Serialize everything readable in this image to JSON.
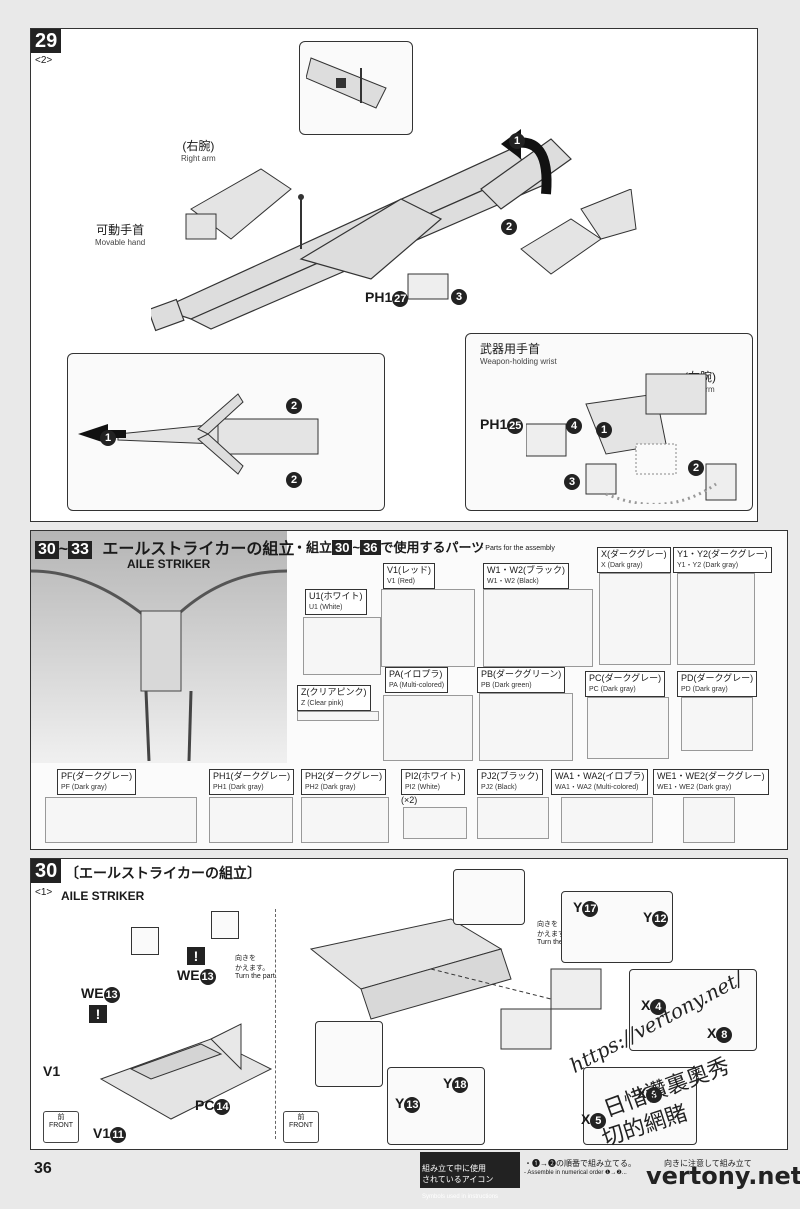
{
  "step29": {
    "number": "29",
    "sub": "<2>",
    "right_arm_jp": "(右腕)",
    "right_arm_en": "Right arm",
    "movable_hand_jp": "可動手首",
    "movable_hand_en": "Movable hand",
    "ph1_label": "PH1",
    "ph1_num_a": "27",
    "weapon_wrist_jp": "武器用手首",
    "weapon_wrist_en": "Weapon-holding wrist",
    "left_arm_jp": "(左腕)",
    "left_arm_en": "Left arm",
    "ph1_label_b": "PH1",
    "ph1_num_b": "25",
    "arrows": [
      "1",
      "2",
      "3",
      "1",
      "2",
      "2",
      "1",
      "2",
      "3",
      "4"
    ]
  },
  "section": {
    "range_start": "30",
    "range_end": "33",
    "title_jp": "エールストライカーの組立",
    "title_en": "AILE STRIKER",
    "parts_heading_prefix": "・組立",
    "parts_heading_start": "30",
    "parts_heading_end": "36",
    "parts_heading_suffix": "で使用するパーツ",
    "parts_heading_en": "- Parts for the assembly",
    "tilde": "~"
  },
  "sprues": [
    {
      "jp": "U1(ホワイト)",
      "en": "U1 (White)"
    },
    {
      "jp": "V1(レッド)",
      "en": "V1 (Red)"
    },
    {
      "jp": "W1・W2(ブラック)",
      "en": "W1・W2 (Black)"
    },
    {
      "jp": "X(ダークグレー)",
      "en": "X (Dark gray)"
    },
    {
      "jp": "Y1・Y2(ダークグレー)",
      "en": "Y1・Y2 (Dark gray)"
    },
    {
      "jp": "Z(クリアピンク)",
      "en": "Z (Clear pink)"
    },
    {
      "jp": "PA(イロプラ)",
      "en": "PA (Multi-colored)"
    },
    {
      "jp": "PB(ダークグリーン)",
      "en": "PB (Dark green)"
    },
    {
      "jp": "PC(ダークグレー)",
      "en": "PC (Dark gray)"
    },
    {
      "jp": "PD(ダークグレー)",
      "en": "PD (Dark gray)"
    },
    {
      "jp": "PF(ダークグレー)",
      "en": "PF (Dark gray)"
    },
    {
      "jp": "PH1(ダークグレー)",
      "en": "PH1 (Dark gray)"
    },
    {
      "jp": "PH2(ダークグレー)",
      "en": "PH2 (Dark gray)"
    },
    {
      "jp": "PI2(ホワイト)",
      "en": "PI2 (White)"
    },
    {
      "jp": "PJ2(ブラック)",
      "en": "PJ2 (Black)"
    },
    {
      "jp": "WA1・WA2(イロプラ)",
      "en": "WA1・WA2 (Multi-colored)"
    },
    {
      "jp": "WE1・WE2(ダークグレー)",
      "en": "WE1・WE2 (Dark gray)"
    }
  ],
  "x2": "(×2)",
  "step30": {
    "number": "30",
    "title_jp": "〔エールストライカーの組立〕",
    "sub": "<1>",
    "title_en": "AILE STRIKER",
    "we_a": "WE",
    "we_a_num": "13",
    "we_b": "WE",
    "we_b_num": "13",
    "v1_a": "V1",
    "v1_b": "V1",
    "v1_b_num": "11",
    "pc": "PC",
    "pc_num": "14",
    "turn_jp": "向きを\nかえます。",
    "turn_en": "Turn the part.",
    "turn2_jp": "向きを\nかえます。",
    "turn2_en": "Turn the part.",
    "front_jp": "前",
    "front_en": "FRONT",
    "y_a": "Y",
    "y_a_num": "17",
    "y_b": "Y",
    "y_b_num": "12",
    "x_a": "X",
    "x_a_num": "4",
    "x_b": "X",
    "x_b_num": "8",
    "x_c": "X",
    "x_c_num": "9",
    "x_d": "X",
    "x_d_num": "5",
    "y_c": "Y",
    "y_c_num": "13",
    "y_d": "Y",
    "y_d_num": "18"
  },
  "footer": {
    "page": "36",
    "icons_jp": "組み立て中に使用\nされているアイコン",
    "icons_en": "Symbols used in instructions",
    "assemble_jp": "・❶→❷の順番で組み立てる。",
    "assemble_en": "- Assemble in numerical order ❶→❷...",
    "careful_jp": "向きに注意して組み立て"
  },
  "watermark": {
    "url": "https://vertony.net/",
    "line1": "日惜讚裏奧秀",
    "line2": "切的網賭",
    "site": "vertony.net"
  }
}
